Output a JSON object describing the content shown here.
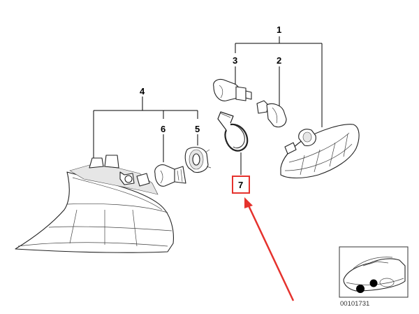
{
  "callouts": {
    "c1": "1",
    "c2": "2",
    "c3": "3",
    "c4": "4",
    "c5": "5",
    "c6": "6",
    "c7": "7"
  },
  "reference_number": "00101731",
  "colors": {
    "highlight_box": "#e5322d",
    "arrow": "#e5322d",
    "line": "#000000"
  },
  "icons": {
    "car_thumbnail": "car-location-icon"
  }
}
